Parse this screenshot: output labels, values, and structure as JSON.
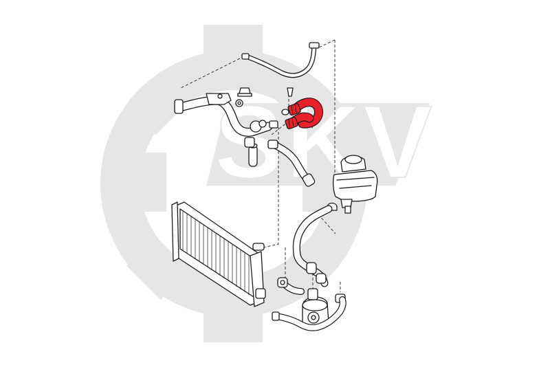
{
  "watermark": {
    "text": "SKV",
    "color": "#e6e6e6",
    "text_color": "#ffffff"
  },
  "colors": {
    "highlight": "#e8202a",
    "outline": "#1a1a1a",
    "fill": "#ffffff"
  },
  "parts": {
    "highlighted": "coolant-hose-highlighted",
    "components": [
      "upper-coolant-pipe",
      "thermostat-housing",
      "coolant-expansion-tank",
      "radiator",
      "auxiliary-water-pump",
      "lower-coolant-hose"
    ]
  }
}
